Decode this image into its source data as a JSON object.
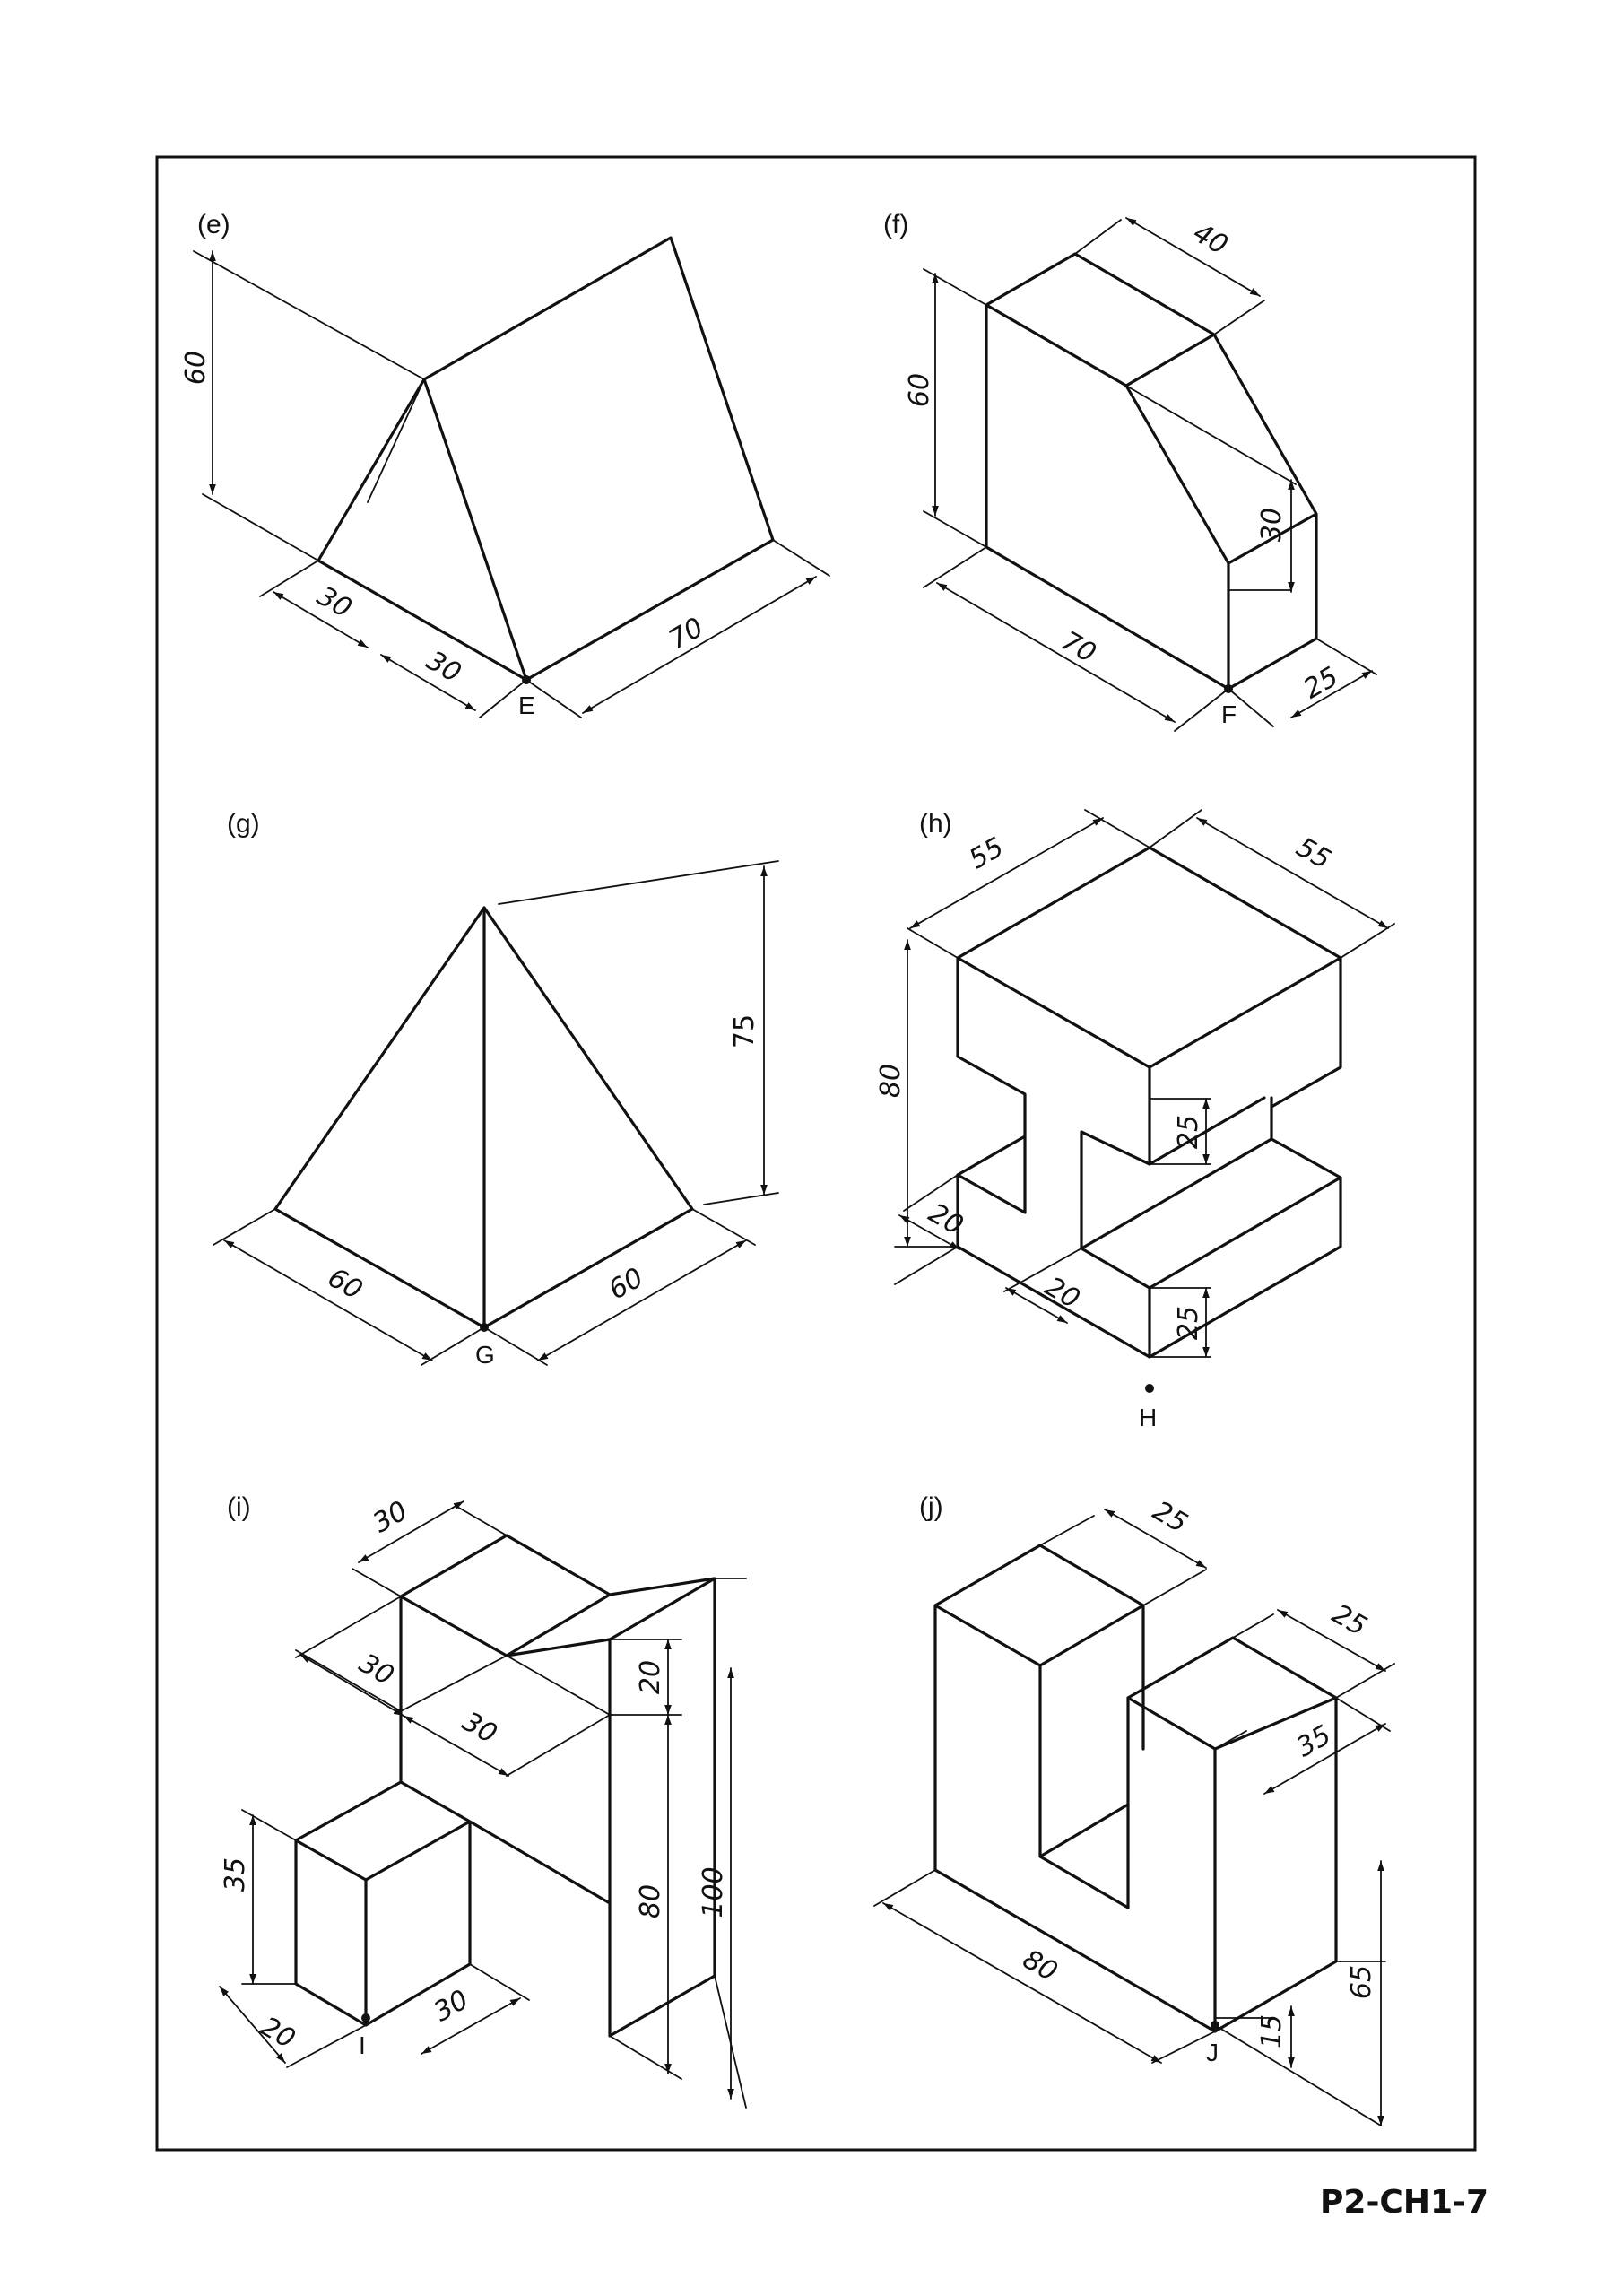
{
  "page_code": "P2-CH1-7",
  "figures": [
    {
      "label": "(e)",
      "point": "E",
      "dims": [
        "60",
        "30",
        "30",
        "70"
      ]
    },
    {
      "label": "(f)",
      "point": "F",
      "dims": [
        "40",
        "60",
        "30",
        "70",
        "25"
      ]
    },
    {
      "label": "(g)",
      "point": "G",
      "dims": [
        "75",
        "60",
        "60"
      ]
    },
    {
      "label": "(h)",
      "point": "H",
      "dims": [
        "55",
        "55",
        "80",
        "25",
        "20",
        "20",
        "25"
      ]
    },
    {
      "label": "(i)",
      "point": "I",
      "dims": [
        "30",
        "30",
        "30",
        "20",
        "35",
        "80",
        "100",
        "20",
        "30"
      ]
    },
    {
      "label": "(j)",
      "point": "J",
      "dims": [
        "25",
        "25",
        "35",
        "80",
        "65",
        "15"
      ]
    }
  ]
}
